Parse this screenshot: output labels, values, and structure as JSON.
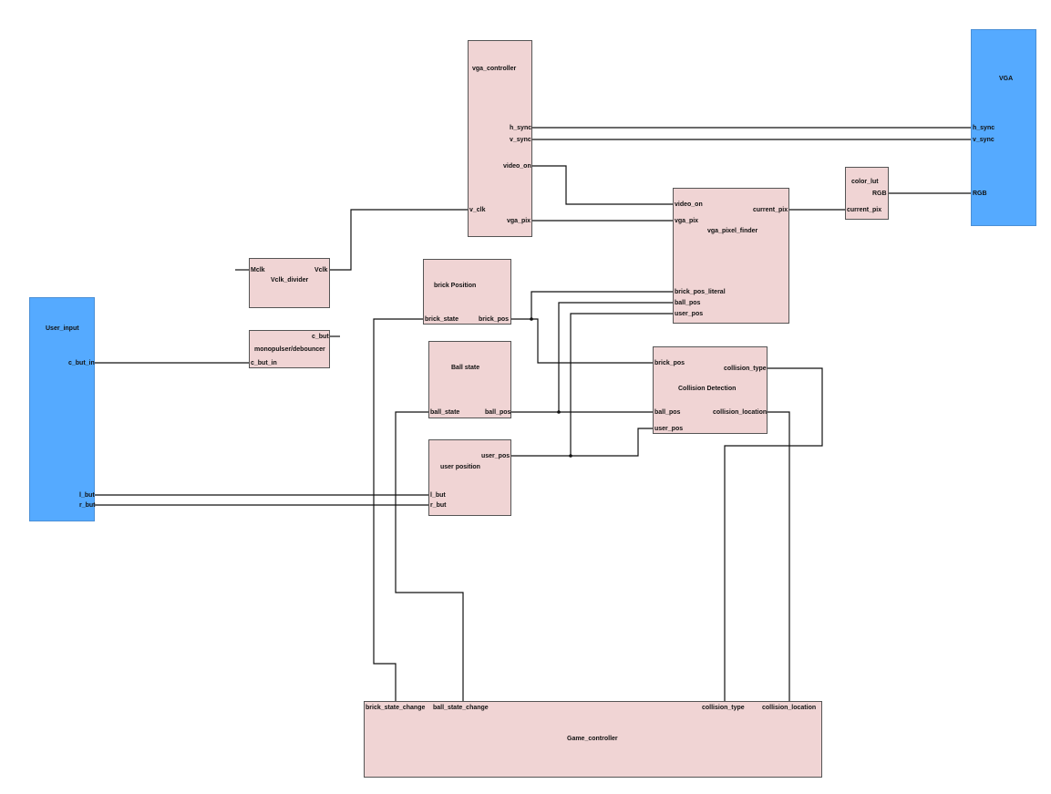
{
  "blocks": {
    "vga_controller": {
      "title": "vga_controller",
      "h_sync": "h_sync",
      "v_sync": "v_sync",
      "video_on": "video_on",
      "v_clk": "v_clk",
      "vga_pix": "vga_pix"
    },
    "vga": {
      "title": "VGA",
      "h_sync": "h_sync",
      "v_sync": "v_sync",
      "rgb": "RGB"
    },
    "color_lut": {
      "title": "color_lut",
      "rgb": "RGB",
      "current_pix": "current_pix"
    },
    "vga_pixel_finder": {
      "title": "vga_pixel_finder",
      "video_on": "video_on",
      "vga_pix": "vga_pix",
      "current_pix": "current_pix",
      "brick_pos_literal": "brick_pos_literal",
      "ball_pos": "ball_pos",
      "user_pos": "user_pos"
    },
    "vclk_divider": {
      "title": "Vclk_divider",
      "mclk": "Mclk",
      "vclk": "Vclk"
    },
    "monopulser": {
      "title": "monopulser/debouncer",
      "c_but": "c_but",
      "c_but_in": "c_but_in"
    },
    "user_input": {
      "title": "User_input",
      "c_but_in": "c_but_in",
      "l_but": "l_but",
      "r_but": "r_but"
    },
    "brick_position": {
      "title": "brick Position",
      "brick_state": "brick_state",
      "brick_pos": "brick_pos"
    },
    "ball_state": {
      "title": "Ball state",
      "ball_state": "ball_state",
      "ball_pos": "ball_pos"
    },
    "user_position": {
      "title": "user position",
      "user_pos": "user_pos",
      "l_but": "l_but",
      "r_but": "r_but"
    },
    "collision_detection": {
      "title": "Collision Detection",
      "brick_pos": "brick_pos",
      "collision_type": "collision_type",
      "ball_pos": "ball_pos",
      "collision_location": "collision_location",
      "user_pos": "user_pos"
    },
    "game_controller": {
      "title": "Game_controller",
      "brick_state_change": "brick_state_change",
      "ball_state_change": "ball_state_change",
      "collision_type": "collision_type",
      "collision_location": "collision_location"
    }
  },
  "colors": {
    "block_fill": "#f0d4d4",
    "io_fill": "#55aaff",
    "wire": "#111111"
  }
}
